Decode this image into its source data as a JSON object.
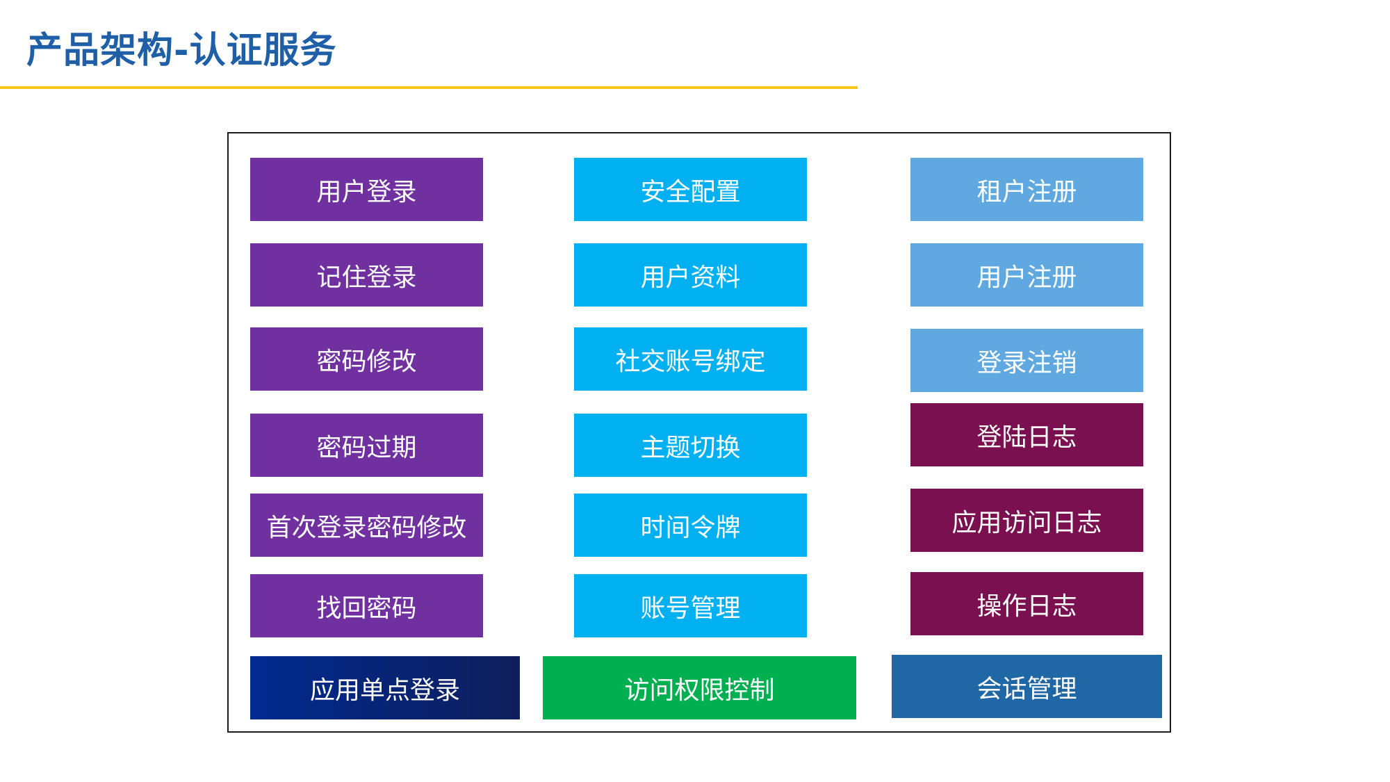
{
  "title": "产品架构-认证服务",
  "colors": {
    "title": "#1f5fa8",
    "rule": "#f5c518",
    "purple": "#7030a0",
    "cyan": "#00b0f0",
    "light_blue": "#5fa8e0",
    "maroon": "#7b1050",
    "navy_start": "#002a8f",
    "navy_end": "#0f1f5c",
    "green": "#00b050",
    "steel_blue": "#2067a6"
  },
  "left_column": [
    "用户登录",
    "记住登录",
    "密码修改",
    "密码过期",
    "首次登录密码修改",
    "找回密码"
  ],
  "middle_column": [
    "安全配置",
    "用户资料",
    "社交账号绑定",
    "主题切换",
    "时间令牌",
    "账号管理"
  ],
  "right_column": [
    "租户注册",
    "用户注册",
    "登录注销",
    "登陆日志",
    "应用访问日志",
    "操作日志"
  ],
  "bottom_row": [
    "应用单点登录",
    "访问权限控制",
    "会话管理"
  ]
}
